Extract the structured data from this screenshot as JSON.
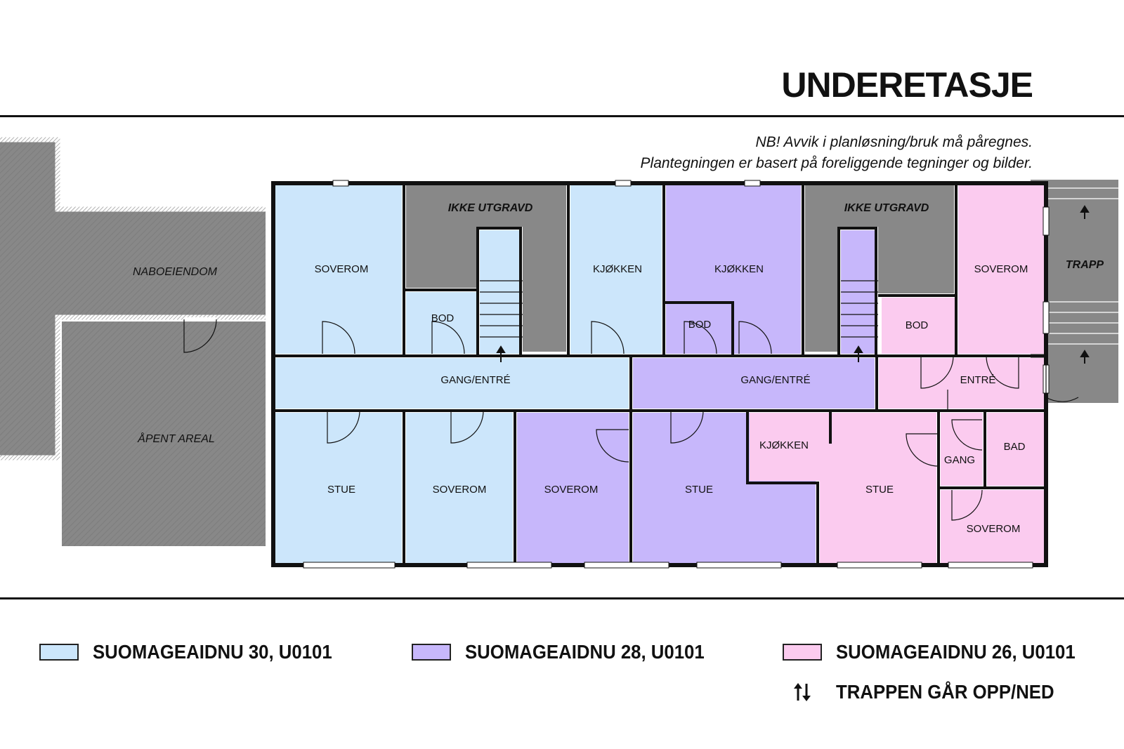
{
  "header": {
    "title": "UNDERETASJE",
    "note_line1": "NB! Avvik i planløsning/bruk må påregnes.",
    "note_line2": "Plantegningen er basert på foreliggende tegninger og bilder."
  },
  "colors": {
    "unit30": "#cce6fb",
    "unit28": "#c7b7fb",
    "unit26": "#fbcbef",
    "unexcavated": "#888888",
    "wall": "#111111"
  },
  "areas": {
    "neighbor": "NABOEIENDOM",
    "open": "ÅPENT AREAL",
    "unexcavated_left": "IKKE UTGRAVD",
    "unexcavated_right": "IKKE UTGRAVD",
    "stairs": "TRAPP"
  },
  "rooms": {
    "u30_soverom_top": "SOVEROM",
    "u30_bod": "BOD",
    "u30_kjokken": "KJØKKEN",
    "u30_gang": "GANG/ENTRÉ",
    "u30_stue": "STUE",
    "u30_soverom_bottom": "SOVEROM",
    "u28_kjokken": "KJØKKEN",
    "u28_bod": "BOD",
    "u28_gang": "GANG/ENTRÉ",
    "u28_soverom": "SOVEROM",
    "u28_stue": "STUE",
    "u26_soverom_top": "SOVEROM",
    "u26_bod": "BOD",
    "u26_entre": "ENTRÉ",
    "u26_kjokken": "KJØKKEN",
    "u26_stue": "STUE",
    "u26_gang": "GANG",
    "u26_bad": "BAD",
    "u26_soverom_bottom": "SOVEROM"
  },
  "legend": {
    "unit30": "SUOMAGEAIDNU 30, U0101",
    "unit28": "SUOMAGEAIDNU 28, U0101",
    "unit26": "SUOMAGEAIDNU 26, U0101",
    "stairs_note": "TRAPPEN GÅR OPP/NED",
    "stairs_icon": "up-down-arrows-icon"
  }
}
